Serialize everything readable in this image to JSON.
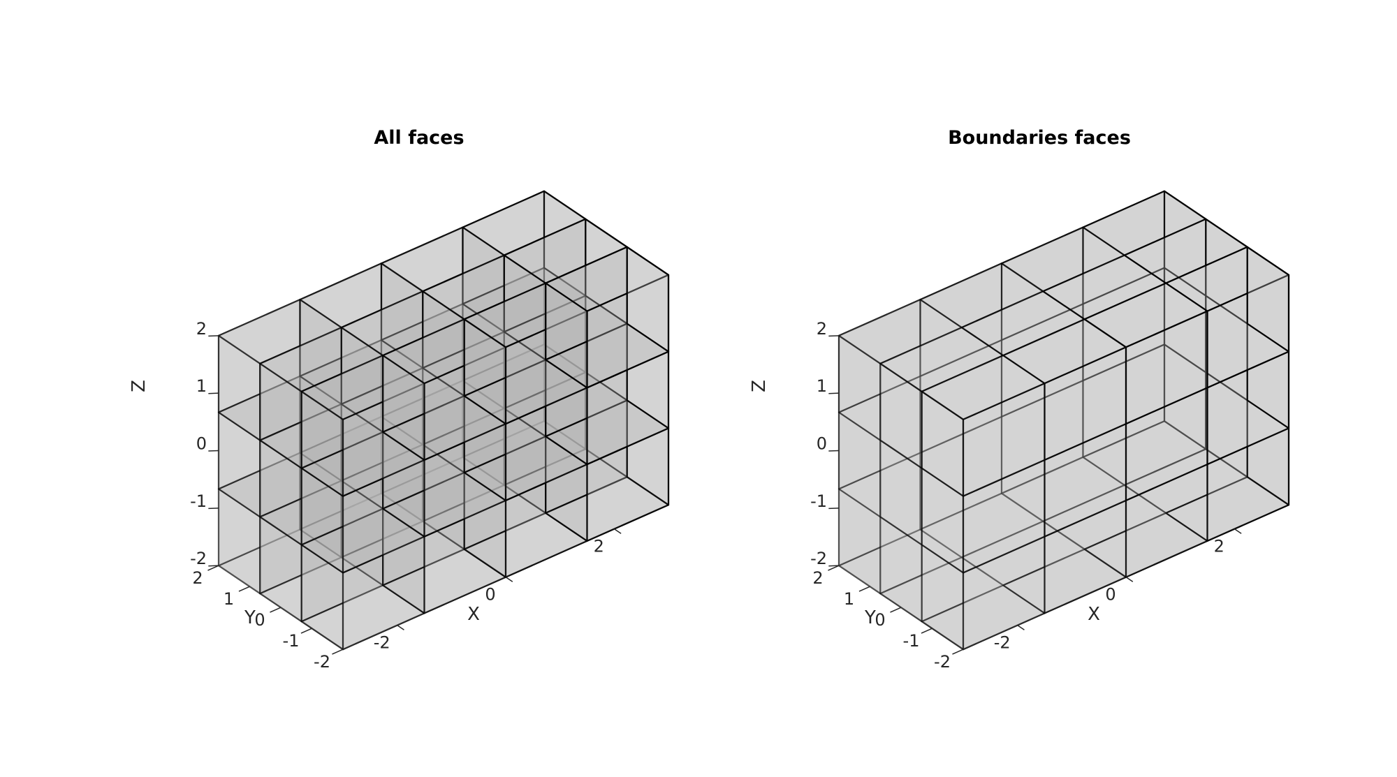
{
  "figure": {
    "background": "#ffffff",
    "panels": [
      {
        "id": "all",
        "title": "All faces",
        "xlabel": "X",
        "ylabel": "Y",
        "zlabel": "Z",
        "x_ticks": [
          "-2",
          "0",
          "2"
        ],
        "y_ticks": [
          "-2",
          "-1",
          "0",
          "1",
          "2"
        ],
        "z_ticks": [
          "-2",
          "-1",
          "0",
          "1",
          "2"
        ],
        "x_tick_values": [
          -2,
          0,
          2
        ],
        "y_tick_values": [
          -2,
          -1,
          0,
          1,
          2
        ],
        "z_tick_values": [
          -2,
          -1,
          0,
          1,
          2
        ],
        "faces": "all"
      },
      {
        "id": "boundary",
        "title": "Boundaries faces",
        "xlabel": "X",
        "ylabel": "Y",
        "zlabel": "Z",
        "x_ticks": [
          "-2",
          "0",
          "2"
        ],
        "y_ticks": [
          "-2",
          "-1",
          "0",
          "1",
          "2"
        ],
        "z_ticks": [
          "-2",
          "-1",
          "0",
          "1",
          "2"
        ],
        "x_tick_values": [
          -2,
          0,
          2
        ],
        "y_tick_values": [
          -2,
          -1,
          0,
          1,
          2
        ],
        "z_tick_values": [
          -2,
          -1,
          0,
          1,
          2
        ],
        "faces": "boundary"
      }
    ],
    "mesh": {
      "x_nodes": [
        -3,
        -1.5,
        0,
        1.5,
        3
      ],
      "y_nodes": [
        -2,
        -0.6667,
        0.6667,
        2
      ],
      "z_nodes": [
        -2,
        -0.6667,
        0.6667,
        2
      ]
    },
    "colors": {
      "face_fill": "#b4b4b4",
      "face_opacity": 0.35,
      "edge": "#000000",
      "axis": "#262626"
    }
  }
}
